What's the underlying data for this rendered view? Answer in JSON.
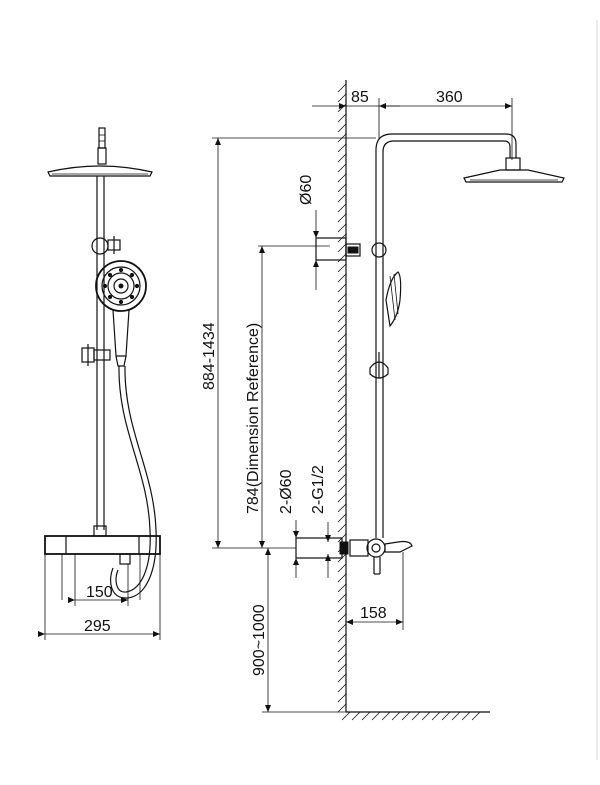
{
  "dimensions": {
    "wall_offset": "85",
    "arm_reach": "360",
    "head_diameter": "Ø60",
    "total_height": "884-1434",
    "reference_height": "784(Dimension Reference)",
    "pipe_diameter": "2-Ø60",
    "pipe_thread": "2-G1/2",
    "valve_centers": "150",
    "valve_width": "295",
    "floor_height": "900~1000",
    "spout_reach": "158"
  }
}
